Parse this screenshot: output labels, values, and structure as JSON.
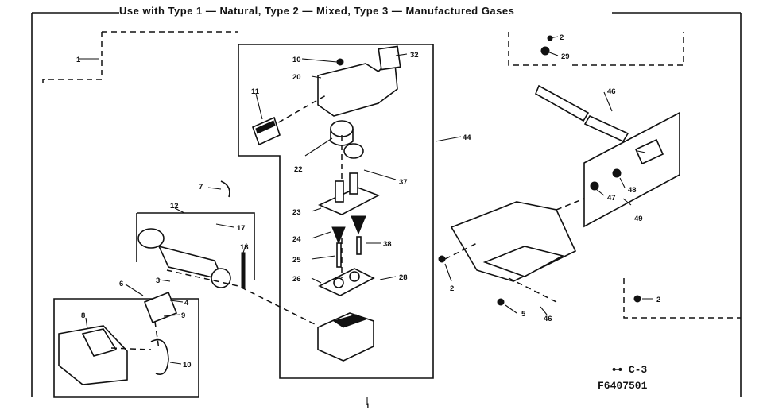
{
  "title": "Use with Type 1 — Natural, Type 2 — Mixed, Type 3 — Manufactured Gases",
  "figure_code": "C-3",
  "part_number": "F6407501",
  "callouts": {
    "c1_top": "1",
    "c1_bottom": "1",
    "c2_top": "2",
    "c2_right": "2",
    "c2_mid": "2",
    "c3": "3",
    "c4": "4",
    "c5": "5",
    "c6": "6",
    "c7": "7",
    "c8": "8",
    "c9": "9",
    "c10": "10",
    "c10_top": "10",
    "c11": "11",
    "c12": "12",
    "c17": "17",
    "c18": "18",
    "c20": "20",
    "c22": "22",
    "c23": "23",
    "c24": "24",
    "c25": "25",
    "c26": "26",
    "c28": "28",
    "c29": "29",
    "c32": "32",
    "c37": "37",
    "c38": "38",
    "c44": "44",
    "c46_right": "46",
    "c46_bottom": "46",
    "c47": "47",
    "c48": "48",
    "c49": "49"
  }
}
